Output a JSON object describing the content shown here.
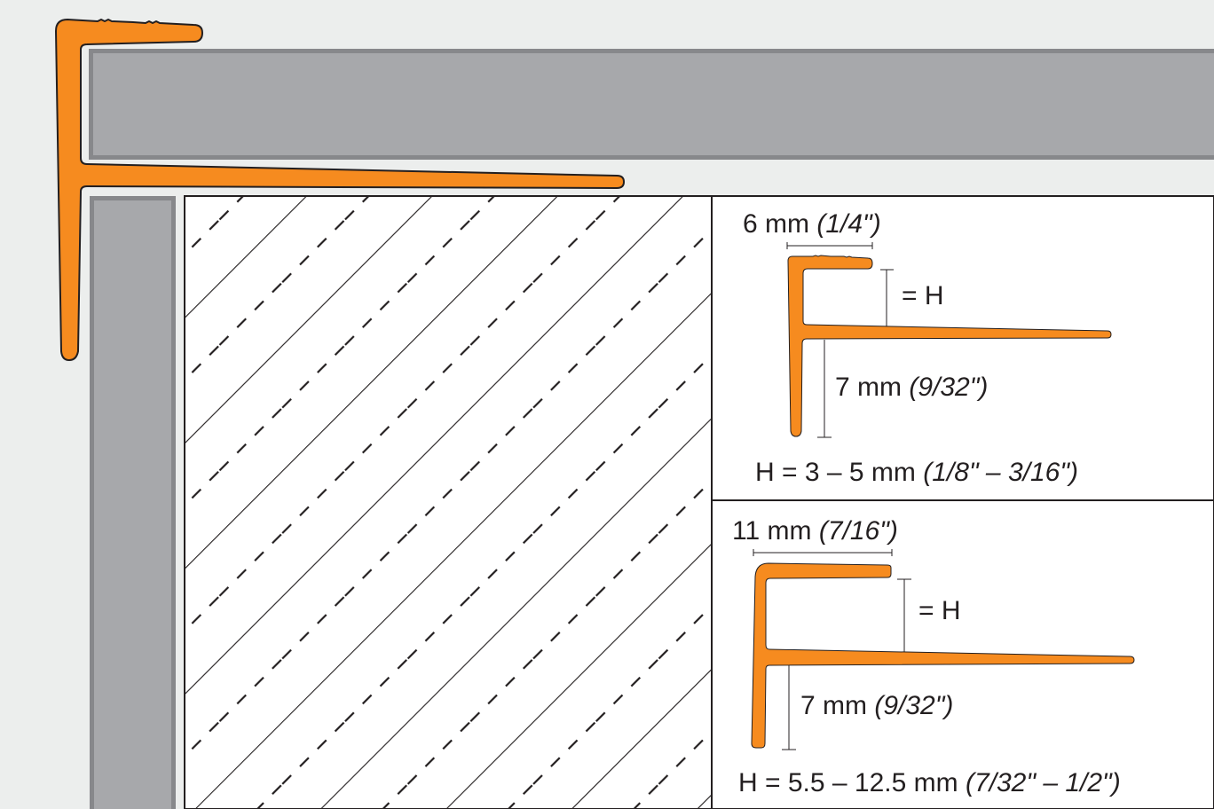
{
  "colors": {
    "background": "#eceeed",
    "tile_fill": "#a7a8ab",
    "tile_border": "#87888b",
    "profile_orange": "#f68b1f",
    "outline": "#231f20",
    "substrate_fill": "#ffffff"
  },
  "profile_small": {
    "width_label": "6 mm",
    "width_label_inch": "(1/4\")",
    "height_equals": "= H",
    "leg_label": "7 mm",
    "leg_label_inch": "(9/32\")",
    "range_prefix": "H = 3 – 5 mm",
    "range_inch": "(1/8\" – 3/16\")"
  },
  "profile_large": {
    "width_label": "11 mm",
    "width_label_inch": "(7/16\")",
    "height_equals": "= H",
    "leg_label": "7 mm",
    "leg_label_inch": "(9/32\")",
    "range_prefix": "H = 5.5 – 12.5 mm",
    "range_inch": "(7/32\" – 1/2\")"
  }
}
